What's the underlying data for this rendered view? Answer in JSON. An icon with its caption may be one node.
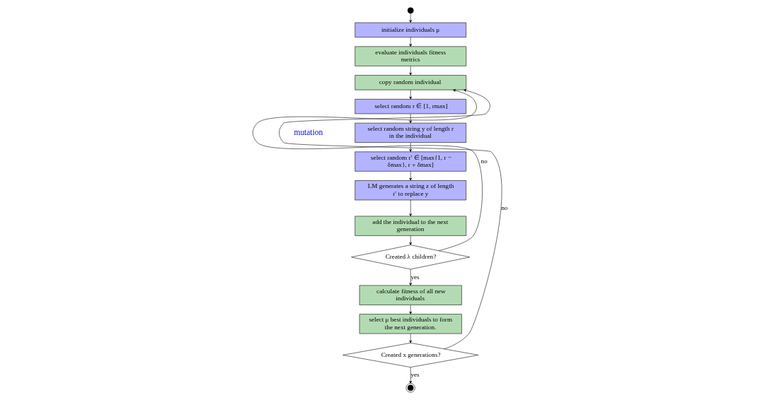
{
  "diagram": {
    "nodes": [
      {
        "text": [],
        "shape": "circle"
      },
      {
        "text": [
          "initialize individuals μ"
        ]
      },
      {
        "text": [
          "evaluate individuals fitness metrics"
        ]
      },
      {
        "text": [
          "copy random individual"
        ]
      },
      {
        "text": [
          "select random r ∈ [1, rmax]"
        ]
      },
      {
        "text": [
          "select random string y of length r in the individual"
        ]
      },
      {
        "text": [
          "select random r′ ∈ [max{1, r − δmax}, r + δmax]"
        ]
      },
      {
        "text": [
          "LM generates a string z of length r′ to replace y"
        ]
      },
      {
        "text": [
          "add the individual to the next generation"
        ]
      },
      {
        "text": [
          "Created λ children?"
        ]
      },
      {
        "text": [
          "calculate fitness of all new individuals"
        ]
      },
      {
        "text": [
          "select μ best individuals to form the next generation."
        ]
      },
      {
        "text": [
          "Created x generations?"
        ]
      },
      {
        "text": [],
        "shape": "circle"
      }
    ],
    "edges": [
      {
        "from": 0,
        "to": 1,
        "arrow": "to"
      },
      {
        "from": 1,
        "to": 2,
        "arrow": "to"
      },
      {
        "from": 2,
        "to": 3,
        "arrow": "to"
      },
      {
        "from": 3,
        "to": 4,
        "arrow": "to"
      },
      {
        "from": 4,
        "to": 5,
        "arrow": "to"
      },
      {
        "from": 5,
        "to": 6,
        "arrow": "to"
      },
      {
        "from": 6,
        "to": 7,
        "arrow": "to"
      },
      {
        "from": 7,
        "to": 8,
        "arrow": "to"
      },
      {
        "from": 8,
        "to": 9,
        "arrow": "to"
      },
      {
        "from": 9,
        "to": 10,
        "arrow": "to",
        "label": "yes"
      },
      {
        "from": 10,
        "to": 11,
        "arrow": "to"
      },
      {
        "from": 11,
        "to": 12,
        "arrow": "to"
      },
      {
        "from": 12,
        "to": 13,
        "arrow": "to",
        "label": "yes"
      },
      {
        "from": 12,
        "to": 3,
        "arrow": "to",
        "label": "no"
      },
      {
        "from": 9,
        "to": 3,
        "arrow": "to",
        "label": "no"
      }
    ],
    "labels": [
      "mutation"
    ]
  }
}
